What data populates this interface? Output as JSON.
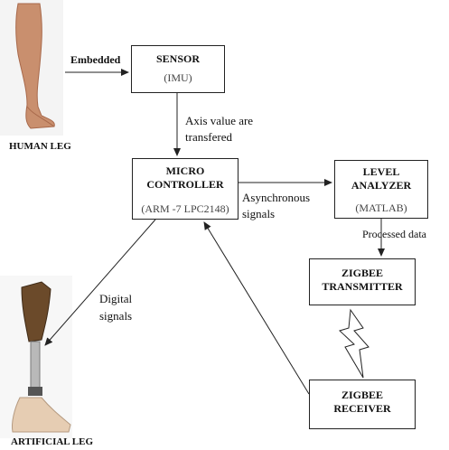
{
  "captions": {
    "human_leg": "HUMAN LEG",
    "artificial_leg": "ARTIFICIAL LEG"
  },
  "boxes": {
    "sensor": {
      "title": "SENSOR",
      "sub": "(IMU)"
    },
    "micro": {
      "title_line1": "MICRO",
      "title_line2": "CONTROLLER",
      "sub": "(ARM -7 LPC2148)"
    },
    "level": {
      "title_line1": "LEVEL",
      "title_line2": "ANALYZER",
      "sub": "(MATLAB)"
    },
    "zigbee_tx": {
      "title_line1": "ZIGBEE",
      "title_line2": "TRANSMITTER"
    },
    "zigbee_rx": {
      "title_line1": "ZIGBEE",
      "title_line2": "RECEIVER"
    }
  },
  "labels": {
    "embedded": "Embedded",
    "axis_line1": "Axis value are",
    "axis_line2": "transfered",
    "async_line1": "Asynchronous",
    "async_line2": "signals",
    "processed": "Processed data",
    "digital_line1": "Digital",
    "digital_line2": "signals"
  },
  "colors": {
    "skin": "#c98f6e",
    "skin_shadow": "#a8694b",
    "prosthesis_top": "#6b4a2a",
    "prosthesis_metal": "#b9b9b9",
    "foot": "#e6cdb3"
  }
}
